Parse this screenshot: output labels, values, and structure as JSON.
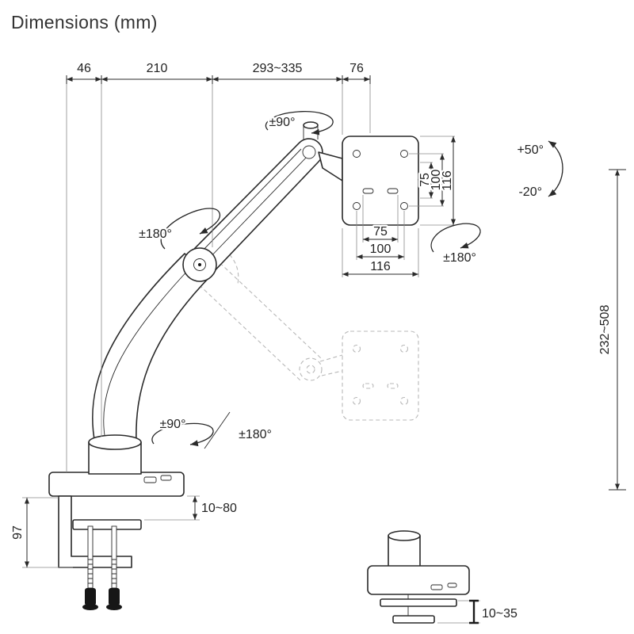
{
  "title": "Dimensions (mm)",
  "dimensions": {
    "arm_offset": "46",
    "lower_arm_reach": "210",
    "upper_arm_reach": "293~335",
    "head_depth": "76",
    "height_range": "232~508",
    "clamp_height": "97",
    "clamp_thickness_range": "10~80",
    "grommet_thickness_range": "10~35",
    "vesa_vertical_75": "75",
    "vesa_vertical_100": "100",
    "vesa_vertical_116": "116",
    "vesa_horizontal_75": "75",
    "vesa_horizontal_100": "100",
    "vesa_horizontal_116": "116"
  },
  "rotations": {
    "head_swivel": "±90°",
    "tilt_up": "+50°",
    "tilt_down": "-20°",
    "vesa_rotation": "±180°",
    "elbow_rotation": "±180°",
    "base_swivel": "±90°",
    "arm_rotation": "±180°"
  },
  "colors": {
    "line": "#2a2a2a",
    "ghost": "#b8b8b8",
    "background": "#ffffff"
  }
}
